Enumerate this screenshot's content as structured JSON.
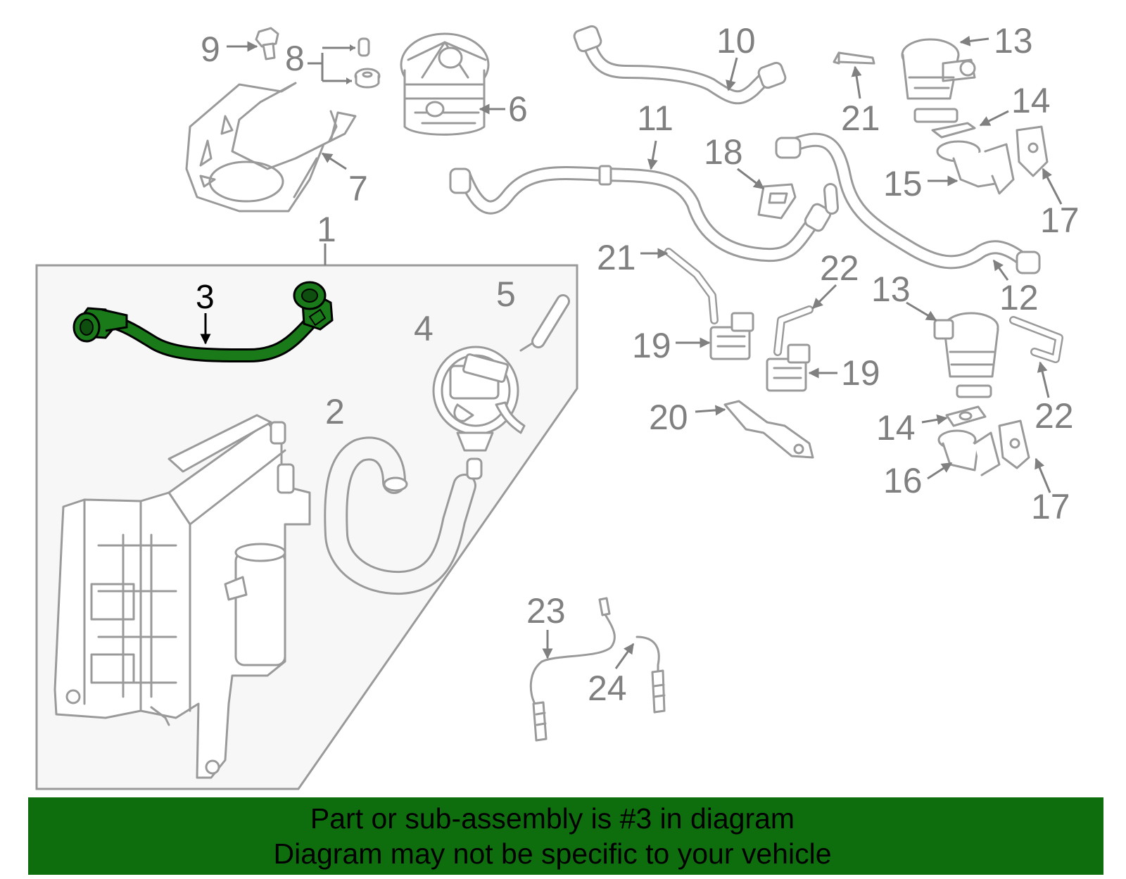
{
  "diagram": {
    "highlight_color": "#1a7a1a",
    "frame_fill": "#f7f7f7",
    "line_color": "#9a9a9a",
    "callouts": [
      {
        "id": "1",
        "label": "1"
      },
      {
        "id": "2",
        "label": "2"
      },
      {
        "id": "3",
        "label": "3",
        "highlighted": true
      },
      {
        "id": "4",
        "label": "4"
      },
      {
        "id": "5",
        "label": "5"
      },
      {
        "id": "6",
        "label": "6"
      },
      {
        "id": "7",
        "label": "7"
      },
      {
        "id": "8",
        "label": "8"
      },
      {
        "id": "9",
        "label": "9"
      },
      {
        "id": "10",
        "label": "10"
      },
      {
        "id": "11",
        "label": "11"
      },
      {
        "id": "12",
        "label": "12"
      },
      {
        "id": "13a",
        "label": "13"
      },
      {
        "id": "13b",
        "label": "13"
      },
      {
        "id": "14a",
        "label": "14"
      },
      {
        "id": "14b",
        "label": "14"
      },
      {
        "id": "15",
        "label": "15"
      },
      {
        "id": "16",
        "label": "16"
      },
      {
        "id": "17a",
        "label": "17"
      },
      {
        "id": "17b",
        "label": "17"
      },
      {
        "id": "18",
        "label": "18"
      },
      {
        "id": "19a",
        "label": "19"
      },
      {
        "id": "19b",
        "label": "19"
      },
      {
        "id": "20",
        "label": "20"
      },
      {
        "id": "21a",
        "label": "21"
      },
      {
        "id": "21b",
        "label": "21"
      },
      {
        "id": "22a",
        "label": "22"
      },
      {
        "id": "22b",
        "label": "22"
      },
      {
        "id": "23",
        "label": "23"
      },
      {
        "id": "24",
        "label": "24"
      }
    ]
  },
  "footer": {
    "background": "#0e6e0e",
    "line1": "Part or sub-assembly is #3 in diagram",
    "line2": "Diagram may not be specific to your vehicle"
  }
}
